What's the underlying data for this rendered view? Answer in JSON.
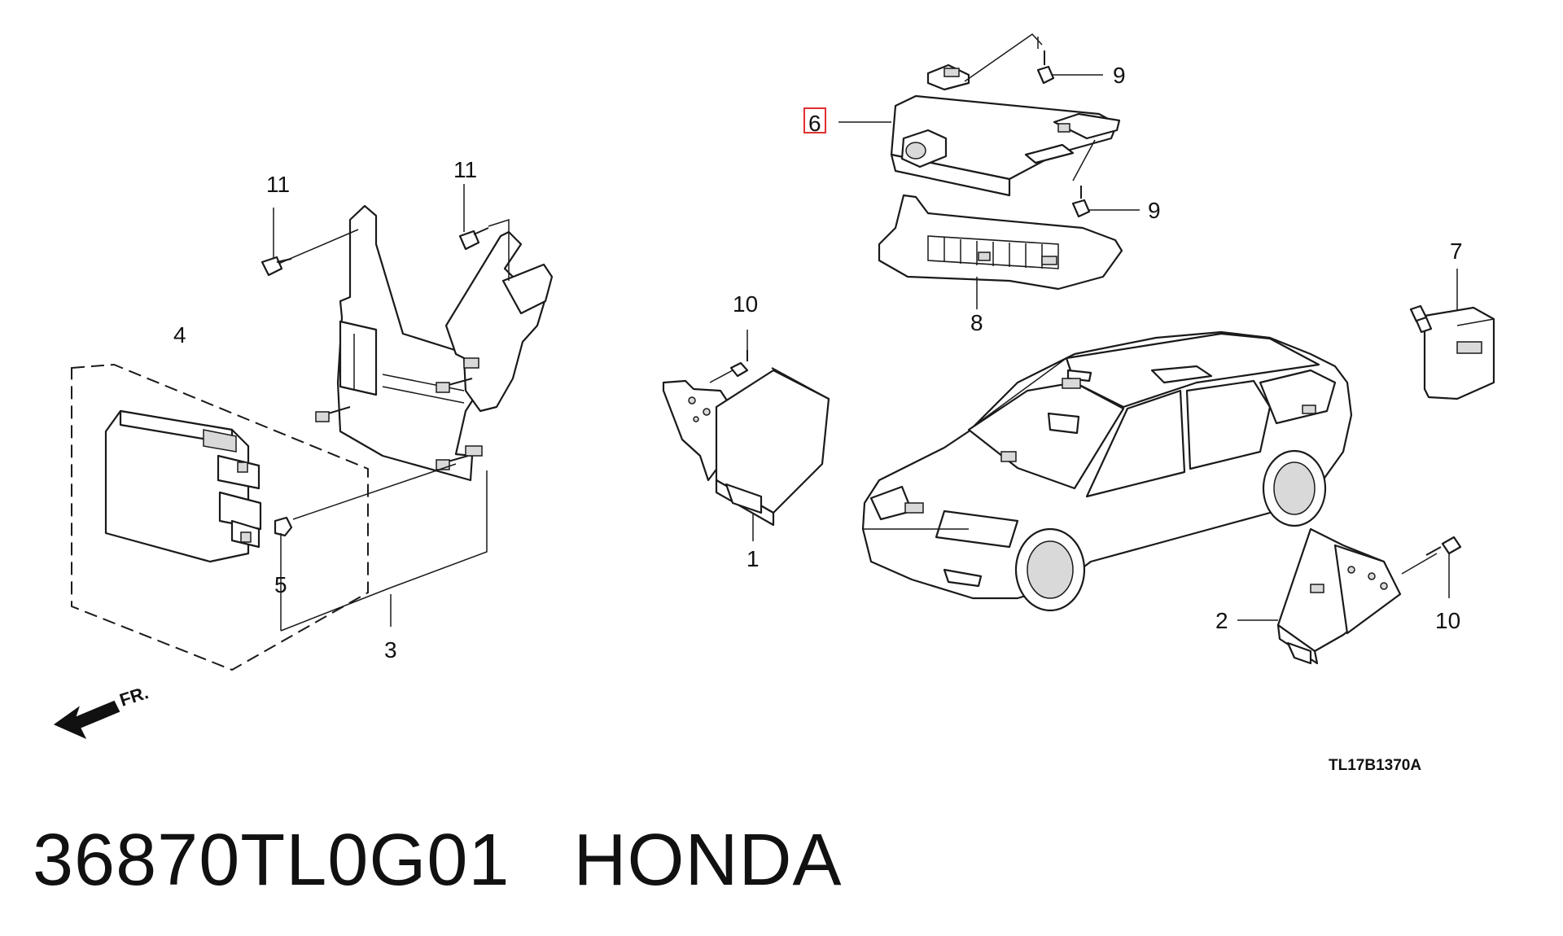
{
  "diagram": {
    "callouts": {
      "c1": "1",
      "c2": "2",
      "c3": "3",
      "c4": "4",
      "c5": "5",
      "c6": "6",
      "c7": "7",
      "c8": "8",
      "c9a": "9",
      "c9b": "9",
      "c10a": "10",
      "c10b": "10",
      "c11a": "11",
      "c11b": "11"
    },
    "direction_label": "FR.",
    "diagram_code": "TL17B1370A",
    "highlight_color": "#e03030"
  },
  "footer": {
    "part_number": "36870TL0G01",
    "brand": "HONDA"
  }
}
